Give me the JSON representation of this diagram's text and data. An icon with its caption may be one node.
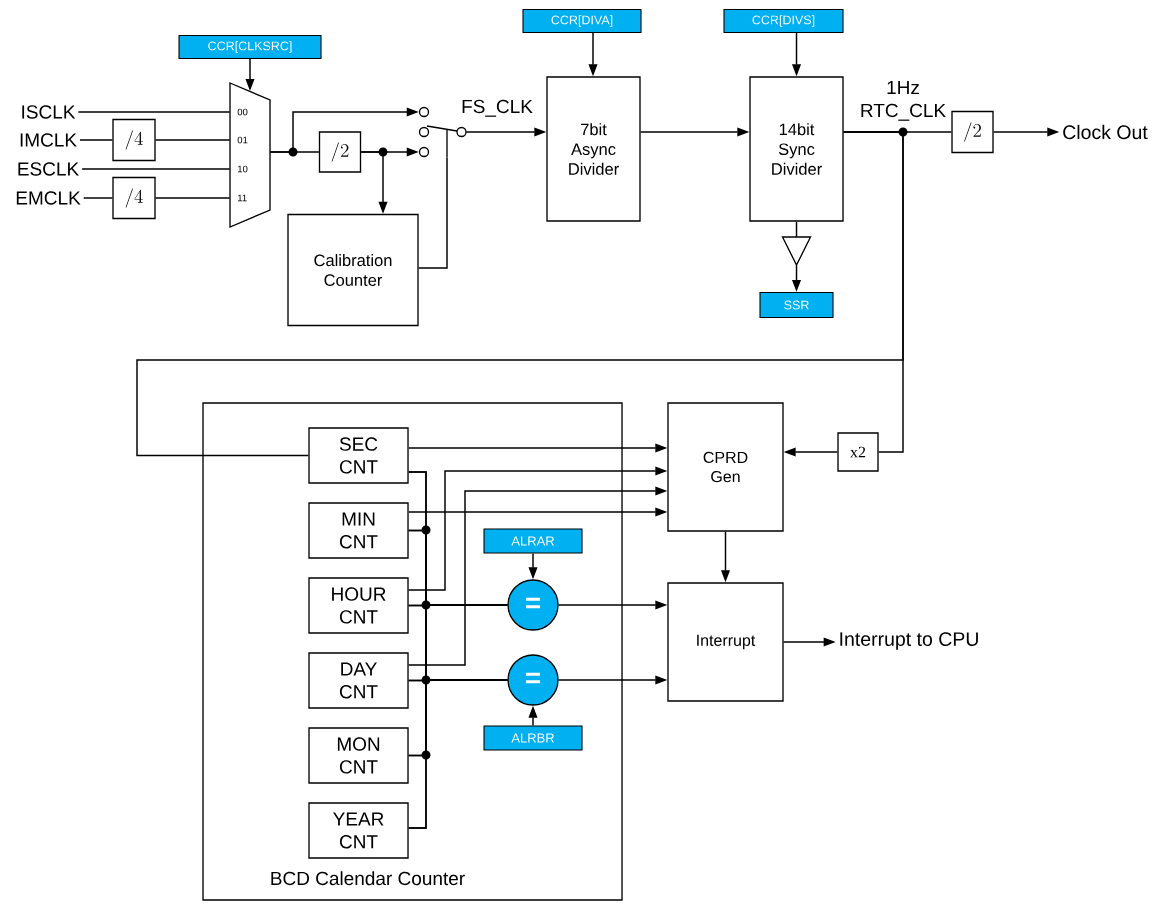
{
  "diagram": {
    "nodes": [
      {
        "text": [
          "ISCLK"
        ]
      },
      {
        "text": [
          "IMCLK"
        ]
      },
      {
        "text": [
          "ESCLK"
        ]
      },
      {
        "text": [
          "EMCLK"
        ]
      },
      {
        "text": [
          "/4"
        ]
      },
      {
        "text": [
          "/4"
        ]
      },
      {
        "text": [
          "CCR[CLKSRC]"
        ]
      },
      {
        "text": [
          "00",
          "01",
          "10",
          "11"
        ]
      },
      {
        "text": [
          "/2"
        ]
      },
      {
        "text": [
          "Calibration Counter"
        ]
      },
      {
        "text": [],
        "shape": "switch"
      },
      {
        "text": [
          "CCR[DIVA]"
        ]
      },
      {
        "text": [
          "7bit Async Divider"
        ]
      },
      {
        "text": [
          "CCR[DIVS]"
        ]
      },
      {
        "text": [
          "14bit Sync Divider"
        ]
      },
      {
        "text": [],
        "shape": "triangle"
      },
      {
        "text": [
          "SSR"
        ]
      },
      {
        "text": [
          "/2"
        ]
      },
      {
        "text": [
          "Clock Out"
        ]
      },
      {
        "text": [
          "BCD Calendar Counter"
        ]
      },
      {
        "text": [
          "SEC CNT"
        ],
        "in": 19
      },
      {
        "text": [
          "MIN CNT"
        ],
        "in": 19
      },
      {
        "text": [
          "HOUR CNT"
        ],
        "in": 19
      },
      {
        "text": [
          "DAY CNT"
        ],
        "in": 19
      },
      {
        "text": [
          "MON CNT"
        ],
        "in": 19
      },
      {
        "text": [
          "YEAR CNT"
        ],
        "in": 19
      },
      {
        "text": [
          "ALRAR"
        ],
        "in": 19
      },
      {
        "text": [
          "="
        ],
        "in": 19
      },
      {
        "text": [
          "="
        ],
        "in": 19
      },
      {
        "text": [
          "ALRBR"
        ],
        "in": 19
      },
      {
        "text": [
          "CPRD Gen"
        ]
      },
      {
        "text": [
          "x2"
        ]
      },
      {
        "text": [
          "Interrupt"
        ]
      },
      {
        "text": [
          "Interrupt to CPU"
        ]
      }
    ],
    "edges": [
      {
        "from": 0,
        "to": 7,
        "arrow": "none"
      },
      {
        "from": 1,
        "to": 4,
        "arrow": "none"
      },
      {
        "from": 4,
        "to": 7,
        "arrow": "none"
      },
      {
        "from": 2,
        "to": 7,
        "arrow": "none"
      },
      {
        "from": 3,
        "to": 5,
        "arrow": "none"
      },
      {
        "from": 5,
        "to": 7,
        "arrow": "none"
      },
      {
        "from": 6,
        "to": 7,
        "arrow": "to"
      },
      {
        "from": 7,
        "to": 10,
        "arrow": "to"
      },
      {
        "from": 7,
        "to": 8,
        "arrow": "none"
      },
      {
        "from": 8,
        "to": 10,
        "arrow": "to"
      },
      {
        "from": 8,
        "to": 9,
        "arrow": "to"
      },
      {
        "from": 9,
        "to": 10,
        "arrow": "none"
      },
      {
        "from": 10,
        "to": 12,
        "arrow": "to",
        "label": "FS_CLK"
      },
      {
        "from": 11,
        "to": 12,
        "arrow": "to"
      },
      {
        "from": 12,
        "to": 14,
        "arrow": "to"
      },
      {
        "from": 13,
        "to": 14,
        "arrow": "to"
      },
      {
        "from": 14,
        "to": 15,
        "arrow": "none"
      },
      {
        "from": 15,
        "to": 16,
        "arrow": "to"
      },
      {
        "from": 14,
        "to": 17,
        "arrow": "none",
        "label": "RTC_CLK"
      },
      {
        "from": 17,
        "to": 18,
        "arrow": "to"
      },
      {
        "from": 14,
        "to": 20,
        "arrow": "none"
      },
      {
        "from": 14,
        "to": 31,
        "arrow": "none"
      },
      {
        "from": 31,
        "to": 30,
        "arrow": "to"
      },
      {
        "from": 20,
        "to": 30,
        "arrow": "to"
      },
      {
        "from": 22,
        "to": 30,
        "arrow": "to"
      },
      {
        "from": 23,
        "to": 30,
        "arrow": "to"
      },
      {
        "from": 21,
        "to": 30,
        "arrow": "to"
      },
      {
        "from": 20,
        "to": 27,
        "arrow": "none"
      },
      {
        "from": 21,
        "to": 27,
        "arrow": "none"
      },
      {
        "from": 22,
        "to": 27,
        "arrow": "none"
      },
      {
        "from": 23,
        "to": 27,
        "arrow": "none"
      },
      {
        "from": 24,
        "to": 27,
        "arrow": "none"
      },
      {
        "from": 25,
        "to": 27,
        "arrow": "none"
      },
      {
        "from": 20,
        "to": 28,
        "arrow": "none"
      },
      {
        "from": 21,
        "to": 28,
        "arrow": "none"
      },
      {
        "from": 22,
        "to": 28,
        "arrow": "none"
      },
      {
        "from": 23,
        "to": 28,
        "arrow": "none"
      },
      {
        "from": 24,
        "to": 28,
        "arrow": "none"
      },
      {
        "from": 25,
        "to": 28,
        "arrow": "none"
      },
      {
        "from": 26,
        "to": 27,
        "arrow": "to"
      },
      {
        "from": 29,
        "to": 28,
        "arrow": "to"
      },
      {
        "from": 27,
        "to": 32,
        "arrow": "to"
      },
      {
        "from": 28,
        "to": 32,
        "arrow": "to"
      },
      {
        "from": 30,
        "to": 32,
        "arrow": "to"
      },
      {
        "from": 32,
        "to": 33,
        "arrow": "to"
      }
    ],
    "labels": [
      "1Hz"
    ]
  }
}
